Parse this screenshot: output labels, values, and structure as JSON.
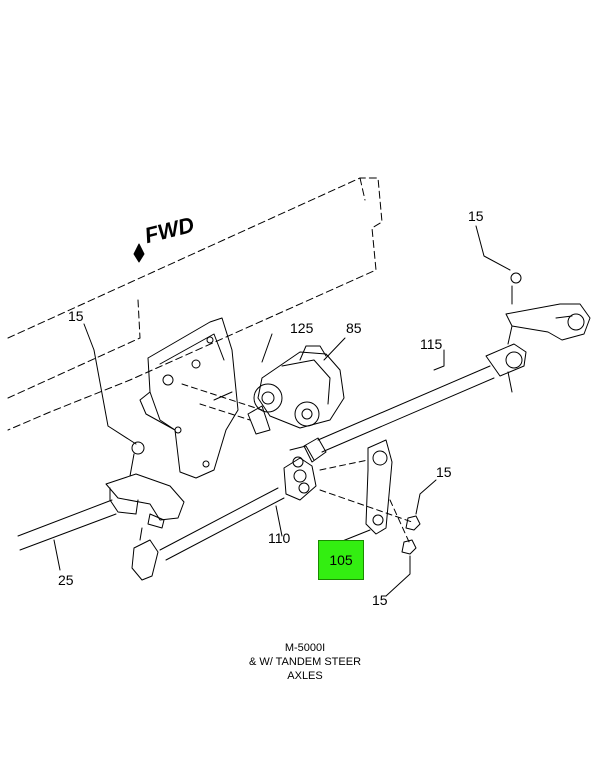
{
  "fwd_marker": "FWD",
  "callouts": {
    "c15_top_right": "15",
    "c15_left": "15",
    "c125": "125",
    "c85": "85",
    "c115": "115",
    "c15_mid_right": "15",
    "c110": "110",
    "c25": "25",
    "c105": "105",
    "c15_bottom": "15"
  },
  "highlight_color": "#33ee11",
  "caption": {
    "line1": "M-5000I",
    "line2": "& W/ TANDEM STEER",
    "line3": "AXLES"
  }
}
